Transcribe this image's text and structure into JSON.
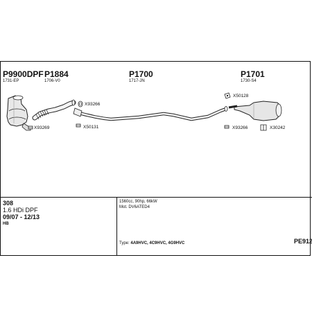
{
  "parts": [
    {
      "number": "P9900DPF",
      "code": "1731-EP"
    },
    {
      "number": "P1884",
      "code": "1706-V0"
    },
    {
      "number": "P1700",
      "code": "1717-JN"
    },
    {
      "number": "P1701",
      "code": "1730-S4"
    }
  ],
  "refs": [
    "X93269",
    "X93266",
    "X50131",
    "X50128",
    "X93266",
    "X30242"
  ],
  "vehicle": {
    "model": "308",
    "engine": "1.6 HDi DPF",
    "years": "09/07 - 12/13",
    "body": "HB"
  },
  "specs": {
    "line1": "1560cc, 90hp, 66kW",
    "line2": "Mot. DV6ATED4",
    "type_label": "Type:",
    "type_values": "4A9HVC, 4C9HVC, 4G9HVC"
  },
  "doc_ref": "PE912"
}
